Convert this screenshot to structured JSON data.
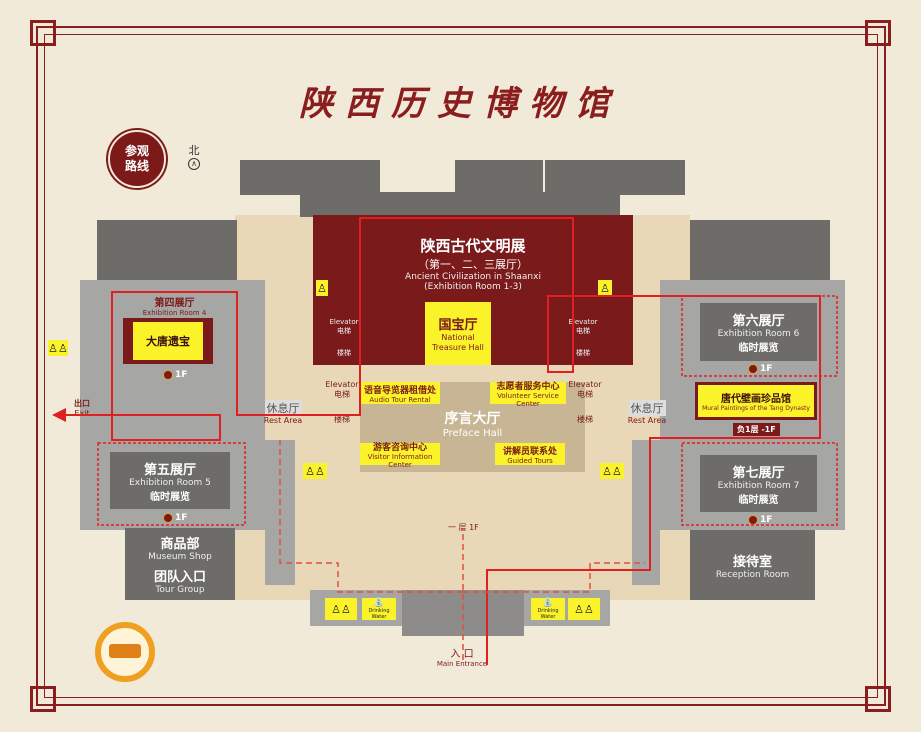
{
  "title": "陕西历史博物馆",
  "route_badge": "参观路线",
  "north": {
    "label": "北"
  },
  "main_hall": {
    "cn": "陕西古代文明展",
    "cn_sub": "（第一、二、三展厅）",
    "en": "Ancient Civilization in Shaanxi",
    "en_sub": "(Exhibition Room 1-3)"
  },
  "treasure_hall": {
    "cn": "国宝厅",
    "en": "National Treasure Hall"
  },
  "elevator": {
    "en": "Elevator",
    "cn": "电梯",
    "stairs": "楼梯"
  },
  "preface_hall": {
    "cn": "序言大厅",
    "en": "Preface Hall"
  },
  "services": [
    {
      "cn": "语音导览器租借处",
      "en": "Audio Tour Rental"
    },
    {
      "cn": "志愿者服务中心",
      "en": "Volunteer Service Center"
    },
    {
      "cn": "游客咨询中心",
      "en": "Visitor Information Center"
    },
    {
      "cn": "讲解员联系处",
      "en": "Guided Tours"
    }
  ],
  "rest_area": {
    "cn": "休息厅",
    "en": "Rest Area"
  },
  "room4": {
    "cn": "第四展厅",
    "en": "Exhibition Room 4",
    "highlight": "大唐遗宝",
    "floor": "1F"
  },
  "room5": {
    "cn": "第五展厅",
    "en": "Exhibition Room 5",
    "sub": "临时展览",
    "floor": "1F"
  },
  "room6": {
    "cn": "第六展厅",
    "en": "Exhibition Room 6",
    "sub": "临时展览",
    "floor": "1F"
  },
  "room7": {
    "cn": "第七展厅",
    "en": "Exhibition Room 7",
    "sub": "临时展览",
    "floor": "1F"
  },
  "mural": {
    "cn": "唐代壁画珍品馆",
    "en": "Mural Paintings of the Tang Dynasty",
    "floor": "负1层  -1F"
  },
  "exit": {
    "cn": "出口",
    "en": "Exit"
  },
  "shop": {
    "cn": "商品部",
    "en": "Museum Shop"
  },
  "tour_group": {
    "cn": "团队入口",
    "en": "Tour Group"
  },
  "reception": {
    "cn": "接待室",
    "en": "Reception Room"
  },
  "floor_marker": "一  层 1F",
  "entrance": {
    "cn": "入  口",
    "en": "Main Entrance"
  },
  "drinking_water": "Drinking Water",
  "colors": {
    "accent": "#8a1d1d",
    "highlight": "#fbf32a",
    "route": "#e02020"
  }
}
